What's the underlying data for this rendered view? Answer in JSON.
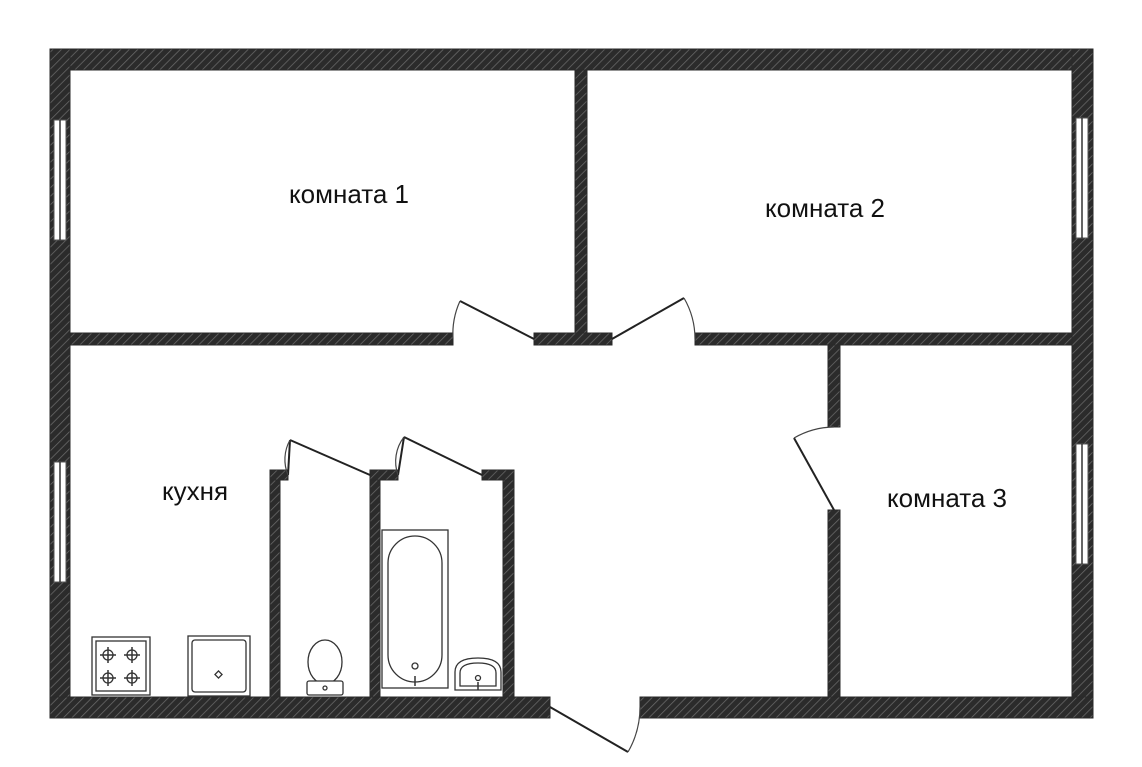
{
  "rooms": {
    "room1": "комната 1",
    "room2": "комната 2",
    "room3": "комната 3",
    "kitchen": "кухня"
  }
}
